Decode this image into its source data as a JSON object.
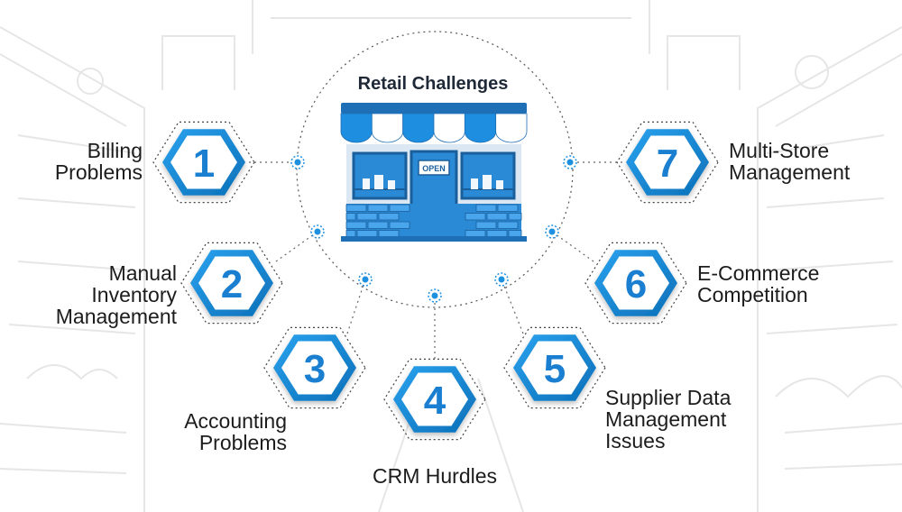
{
  "title": "Retail Challenges",
  "store_sign": "OPEN",
  "colors": {
    "accent": "#1e90e0",
    "accent_dark": "#0b6fb8",
    "text": "#1c1c1c",
    "sketch": "#e3e3e3"
  },
  "challenges": [
    {
      "number": "1",
      "lines": [
        "Billing",
        "Problems"
      ]
    },
    {
      "number": "2",
      "lines": [
        "Manual",
        "Inventory",
        "Management"
      ]
    },
    {
      "number": "3",
      "lines": [
        "Accounting",
        "Problems"
      ]
    },
    {
      "number": "4",
      "lines": [
        "CRM Hurdles"
      ]
    },
    {
      "number": "5",
      "lines": [
        "Supplier Data",
        "Management",
        "Issues"
      ]
    },
    {
      "number": "6",
      "lines": [
        "E-Commerce",
        "Competition"
      ]
    },
    {
      "number": "7",
      "lines": [
        "Multi-Store",
        "Management"
      ]
    }
  ]
}
